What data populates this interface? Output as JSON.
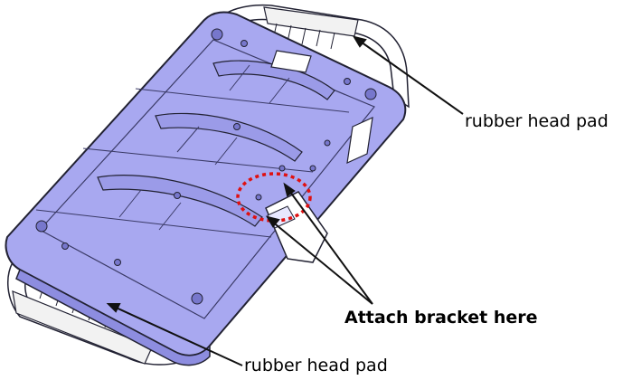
{
  "labels": {
    "top_pad": "rubber head pad",
    "bottom_pad": "rubber head pad",
    "attach": "Attach bracket here"
  },
  "colors": {
    "board_fill": "#a8a8f0",
    "board_shade": "#8d8de0",
    "outline": "#222233",
    "pad_fill": "#ffffff",
    "highlight_circle": "#e01010",
    "bracket_fill": "#ffffff"
  }
}
